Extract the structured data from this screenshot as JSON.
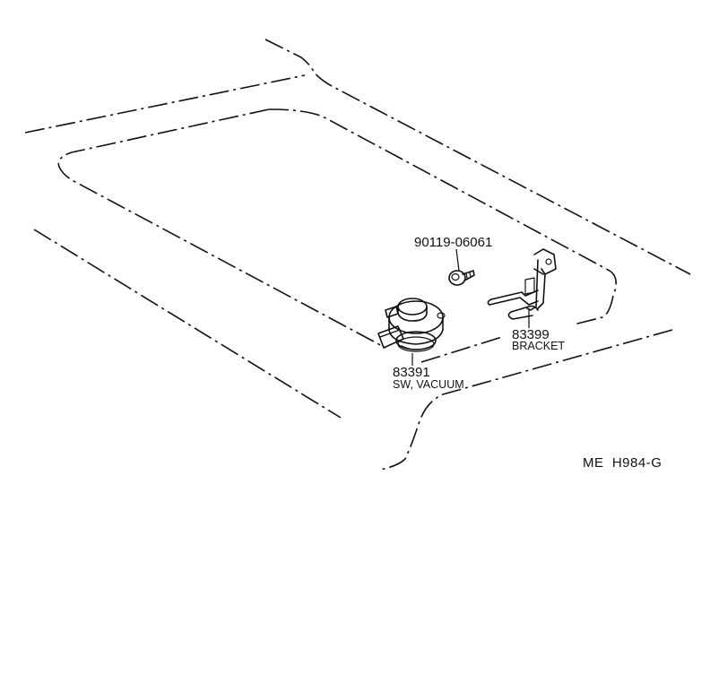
{
  "parts": [
    {
      "number": "90119-06061",
      "name": ""
    },
    {
      "number": "83399",
      "name": "BRACKET"
    },
    {
      "number": "83391",
      "name": "SW, VACUUM"
    }
  ],
  "figure_code": "ME  H984-G"
}
